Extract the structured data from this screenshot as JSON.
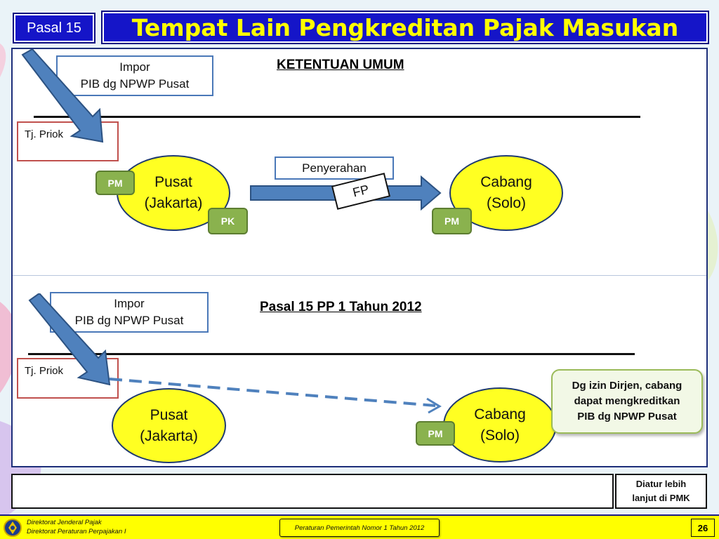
{
  "header": {
    "badge": "Pasal 15",
    "title": "Tempat Lain Pengkreditan Pajak Masukan"
  },
  "section_top": {
    "heading": "KETENTUAN UMUM",
    "impor_line1": "Impor",
    "impor_line2": "PIB dg NPWP Pusat",
    "port_label": "Tj. Priok",
    "pusat_line1": "Pusat",
    "pusat_line2": "(Jakarta)",
    "cabang_line1": "Cabang",
    "cabang_line2": "(Solo)",
    "penyerahan": "Penyerahan",
    "fp": "FP",
    "pm_pusat": "PM",
    "pk_pusat": "PK",
    "pm_cabang": "PM"
  },
  "section_bottom": {
    "heading": "Pasal 15 PP 1 Tahun 2012",
    "impor_line1": "Impor",
    "impor_line2": "PIB dg NPWP Pusat",
    "port_label": "Tj. Priok",
    "pusat_line1": "Pusat",
    "pusat_line2": "(Jakarta)",
    "cabang_line1": "Cabang",
    "cabang_line2": "(Solo)",
    "pm_cabang": "PM",
    "note_line1": "Dg izin Dirjen, cabang",
    "note_line2": "dapat mengkreditkan",
    "note_line3": "PIB dg NPWP Pusat"
  },
  "side_note": {
    "line1": "Diatur lebih",
    "line2": "lanjut di PMK"
  },
  "footer": {
    "org_line1": "Direktorat Jenderal Pajak",
    "org_line2": "Direktorat Peraturan Perpajakan I",
    "regulation": "Peraturan Pemerintah Nomor 1 Tahun 2012",
    "page": "26"
  },
  "colors": {
    "title_bg": "#1515c8",
    "title_text": "#ffff00",
    "ellipse_fill": "#ffff22",
    "tag_green": "#8ab24e",
    "arrow_blue": "#4f81bd",
    "footer_yellow": "#ffff00"
  }
}
